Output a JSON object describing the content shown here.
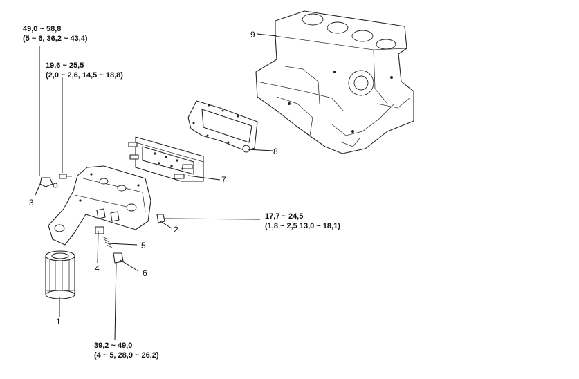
{
  "torque_specs": {
    "spec_1": {
      "line1": "49,0 ~ 58,8",
      "line2": "(5 ~ 6, 36,2 ~ 43,4)"
    },
    "spec_2": {
      "line1": "19,6 ~ 25,5",
      "line2": "(2,0 ~ 2,6, 14,5 ~ 18,8)"
    },
    "spec_3": {
      "line1": "17,7 ~ 24,5",
      "line2": "(1,8 ~ 2,5 13,0 ~ 18,1)"
    },
    "spec_4": {
      "line1": "39,2 ~ 49,0",
      "line2": "(4 ~ 5, 28,9 ~ 26,2)"
    }
  },
  "callouts": {
    "n1": "1",
    "n2": "2",
    "n3": "3",
    "n4": "4",
    "n5": "5",
    "n6": "6",
    "n7": "7",
    "n8": "8",
    "n9": "9"
  }
}
